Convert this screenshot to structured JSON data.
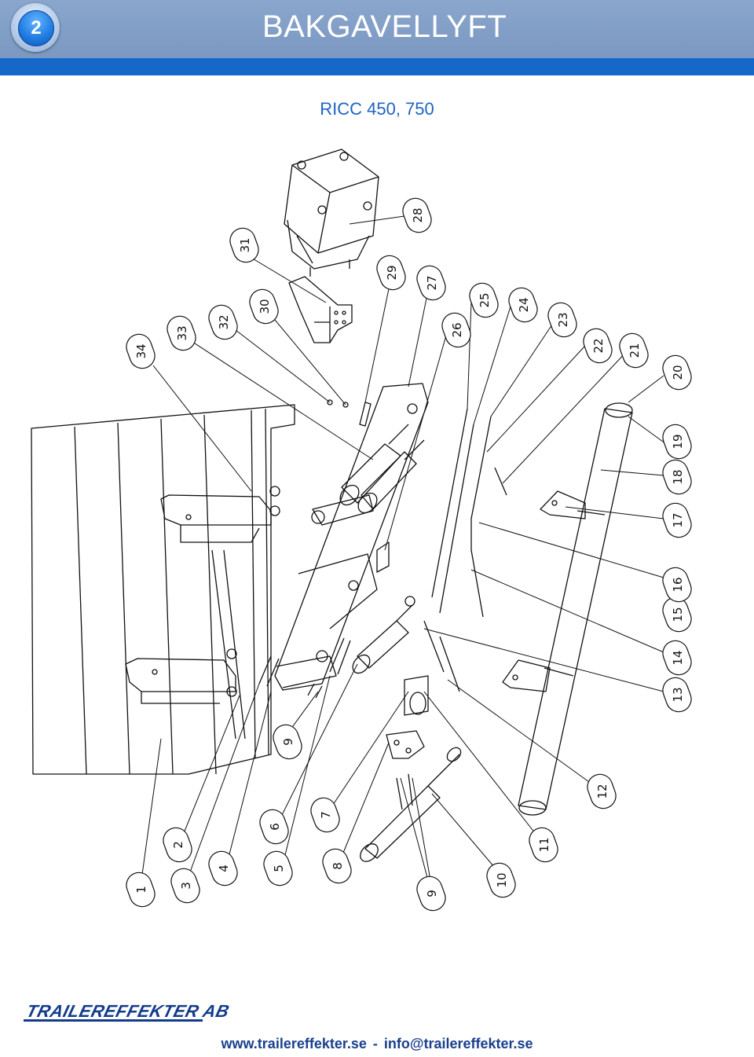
{
  "header": {
    "badge_number": "2",
    "title": "BAKGAVELLYFT"
  },
  "subtitle": "RICC 450, 750",
  "diagram": {
    "part_numbers": [
      "1",
      "2",
      "3",
      "4",
      "5",
      "6",
      "7",
      "8",
      "9",
      "9",
      "10",
      "11",
      "12",
      "13",
      "14",
      "15",
      "16",
      "17",
      "18",
      "19",
      "20",
      "21",
      "22",
      "23",
      "24",
      "25",
      "26",
      "27",
      "28",
      "29",
      "30",
      "31",
      "32",
      "33",
      "34"
    ]
  },
  "brand": {
    "logo_text": "TRAILEREFFEKTER AB"
  },
  "footer": {
    "website": "www.trailereffekter.se",
    "separator": "-",
    "email": "info@trailereffekter.se"
  },
  "colors": {
    "header_bg": "#7b98c2",
    "header_rule": "#1568c8",
    "accent_blue": "#1f63c4",
    "footer_text": "#1a3f8e"
  }
}
